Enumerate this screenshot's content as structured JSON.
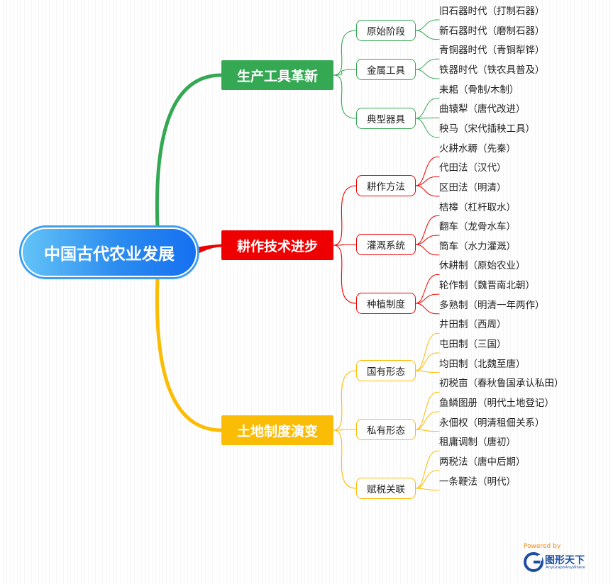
{
  "root": {
    "label": "中国古代农业发展",
    "color": "#2b8cf0"
  },
  "branches": [
    {
      "label": "生产工具革新",
      "color": "#34a853",
      "subs": [
        {
          "label": "原始阶段",
          "leaves": [
            "旧石器时代（打制石器）",
            "新石器时代（磨制石器）"
          ]
        },
        {
          "label": "金属工具",
          "leaves": [
            "青铜器时代（青铜犁铧）",
            "铁器时代（铁农具普及）"
          ]
        },
        {
          "label": "典型器具",
          "leaves": [
            "耒耜（骨制/木制）",
            "曲辕犁（唐代改进）",
            "秧马（宋代插秧工具）"
          ]
        }
      ]
    },
    {
      "label": "耕作技术进步",
      "color": "#ee0000",
      "subs": [
        {
          "label": "耕作方法",
          "leaves": [
            "火耕水耨（先秦）",
            "代田法（汉代）",
            "区田法（明清）"
          ]
        },
        {
          "label": "灌溉系统",
          "leaves": [
            "桔槔（杠杆取水）",
            "翻车（龙骨水车）",
            "筒车（水力灌溉）"
          ]
        },
        {
          "label": "种植制度",
          "leaves": [
            "休耕制（原始农业）",
            "轮作制（魏晋南北朝）",
            "多熟制（明清一年两作）"
          ]
        }
      ]
    },
    {
      "label": "土地制度演变",
      "color": "#fbbc05",
      "subs": [
        {
          "label": "国有形态",
          "leaves": [
            "井田制（西周）",
            "屯田制（三国）",
            "均田制（北魏至唐）"
          ]
        },
        {
          "label": "私有形态",
          "leaves": [
            "初税亩（春秋鲁国承认私田）",
            "鱼鳞图册（明代土地登记）",
            "永佃权（明清租佃关系）"
          ]
        },
        {
          "label": "赋税关联",
          "leaves": [
            "租庸调制（唐初）",
            "两税法（唐中后期）",
            "一条鞭法（明代）"
          ]
        }
      ]
    }
  ],
  "brand": {
    "powered": "Powered by",
    "name": "图形天下",
    "sub": "AnyGraphAnyWhere",
    "color": "#1e4ea3",
    "accent": "#f28a1c"
  }
}
